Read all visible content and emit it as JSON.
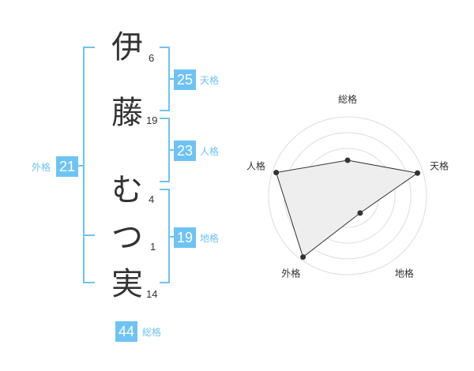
{
  "name_chars": [
    {
      "char": "伊",
      "strokes": "6"
    },
    {
      "char": "藤",
      "strokes": "19"
    },
    {
      "char": "む",
      "strokes": "4"
    },
    {
      "char": "つ",
      "strokes": "1"
    },
    {
      "char": "実",
      "strokes": "14"
    }
  ],
  "kakusu": {
    "tenkaku": {
      "value": "25",
      "label": "天格"
    },
    "jinkaku": {
      "value": "23",
      "label": "人格"
    },
    "chikaku": {
      "value": "19",
      "label": "地格"
    },
    "gaikaku": {
      "value": "21",
      "label": "外格"
    },
    "soukaku": {
      "value": "44",
      "label": "総格"
    }
  },
  "colors": {
    "accent": "#6ec3f5",
    "text": "#333333",
    "grid": "#dddddd",
    "fill": "#eeeeee"
  },
  "chart_data": {
    "type": "radar",
    "axes": [
      "総格",
      "天格",
      "地格",
      "外格",
      "人格"
    ],
    "levels": 5,
    "values": [
      0.45,
      0.93,
      0.27,
      0.96,
      0.95
    ]
  }
}
